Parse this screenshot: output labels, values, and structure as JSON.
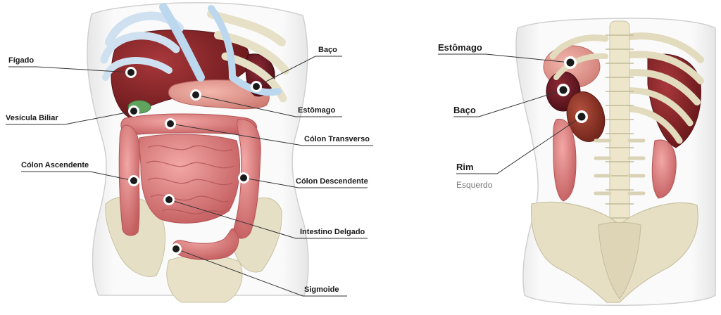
{
  "front_labels": {
    "figado": "Fígado",
    "vesicula_biliar": "Vesícula Biliar",
    "colon_ascendente": "Cólon Ascendente",
    "baco": "Baço",
    "estomago": "Estômago",
    "colon_transverso": "Cólon Transverso",
    "colon_descendente": "Cólon Descendente",
    "intestino_delgado": "Intestino Delgado",
    "sigmoide": "Sigmoide"
  },
  "back_labels": {
    "estomago": "Estômago",
    "baco": "Baço",
    "rim": "Rim",
    "rim_sub": "Esquerdo"
  },
  "colors": {
    "liver": "#7a1e22",
    "intestine": "#d9797a",
    "bone": "#e9e3c8",
    "cartilage": "#bcd8ee",
    "marker": "#1a1a1a",
    "leader": "#333333"
  }
}
